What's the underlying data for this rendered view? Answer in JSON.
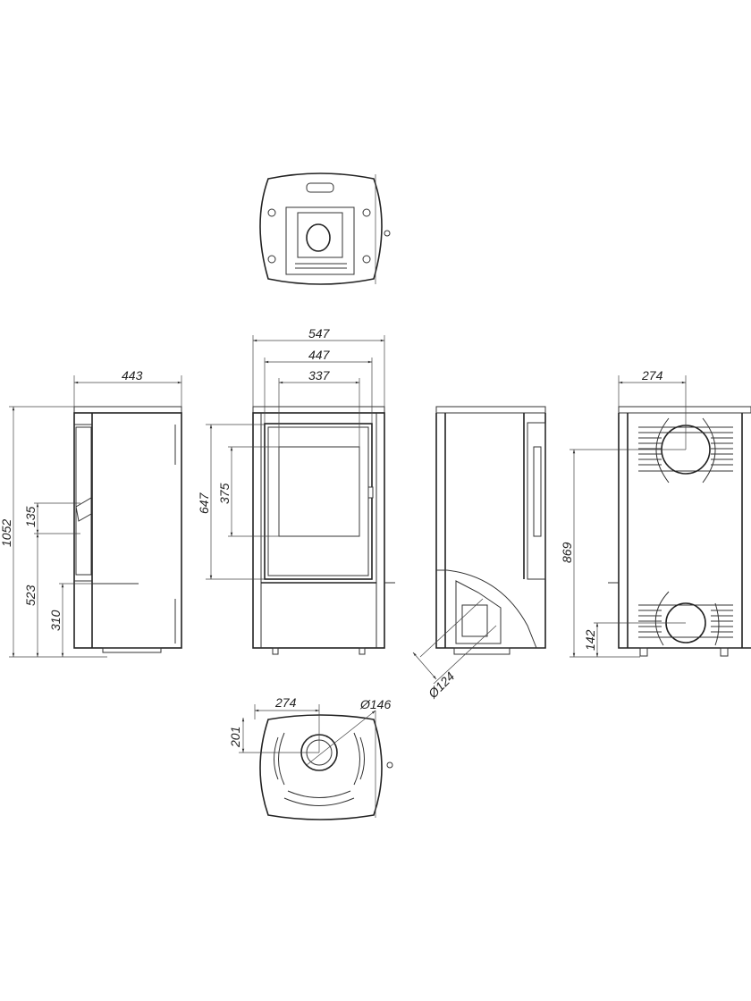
{
  "views": {
    "side_left": {
      "width": "443",
      "height_total": "1052",
      "handle": "135",
      "door_bottom": "523",
      "ash_level": "310"
    },
    "front": {
      "outer_width": "547",
      "body_width": "447",
      "glass_width": "337",
      "window_height": "647",
      "glass_height": "375"
    },
    "side_right": {
      "air_inlet_diameter": "Ø124"
    },
    "back": {
      "flue_offset": "274",
      "flue_height": "869",
      "rear_inlet_height": "142"
    },
    "bottom_plan": {
      "inlet_offset_x": "274",
      "inlet_offset_y": "201",
      "inlet_diameter": "Ø146"
    }
  },
  "colors": {
    "line": "#333333",
    "background": "#ffffff"
  }
}
